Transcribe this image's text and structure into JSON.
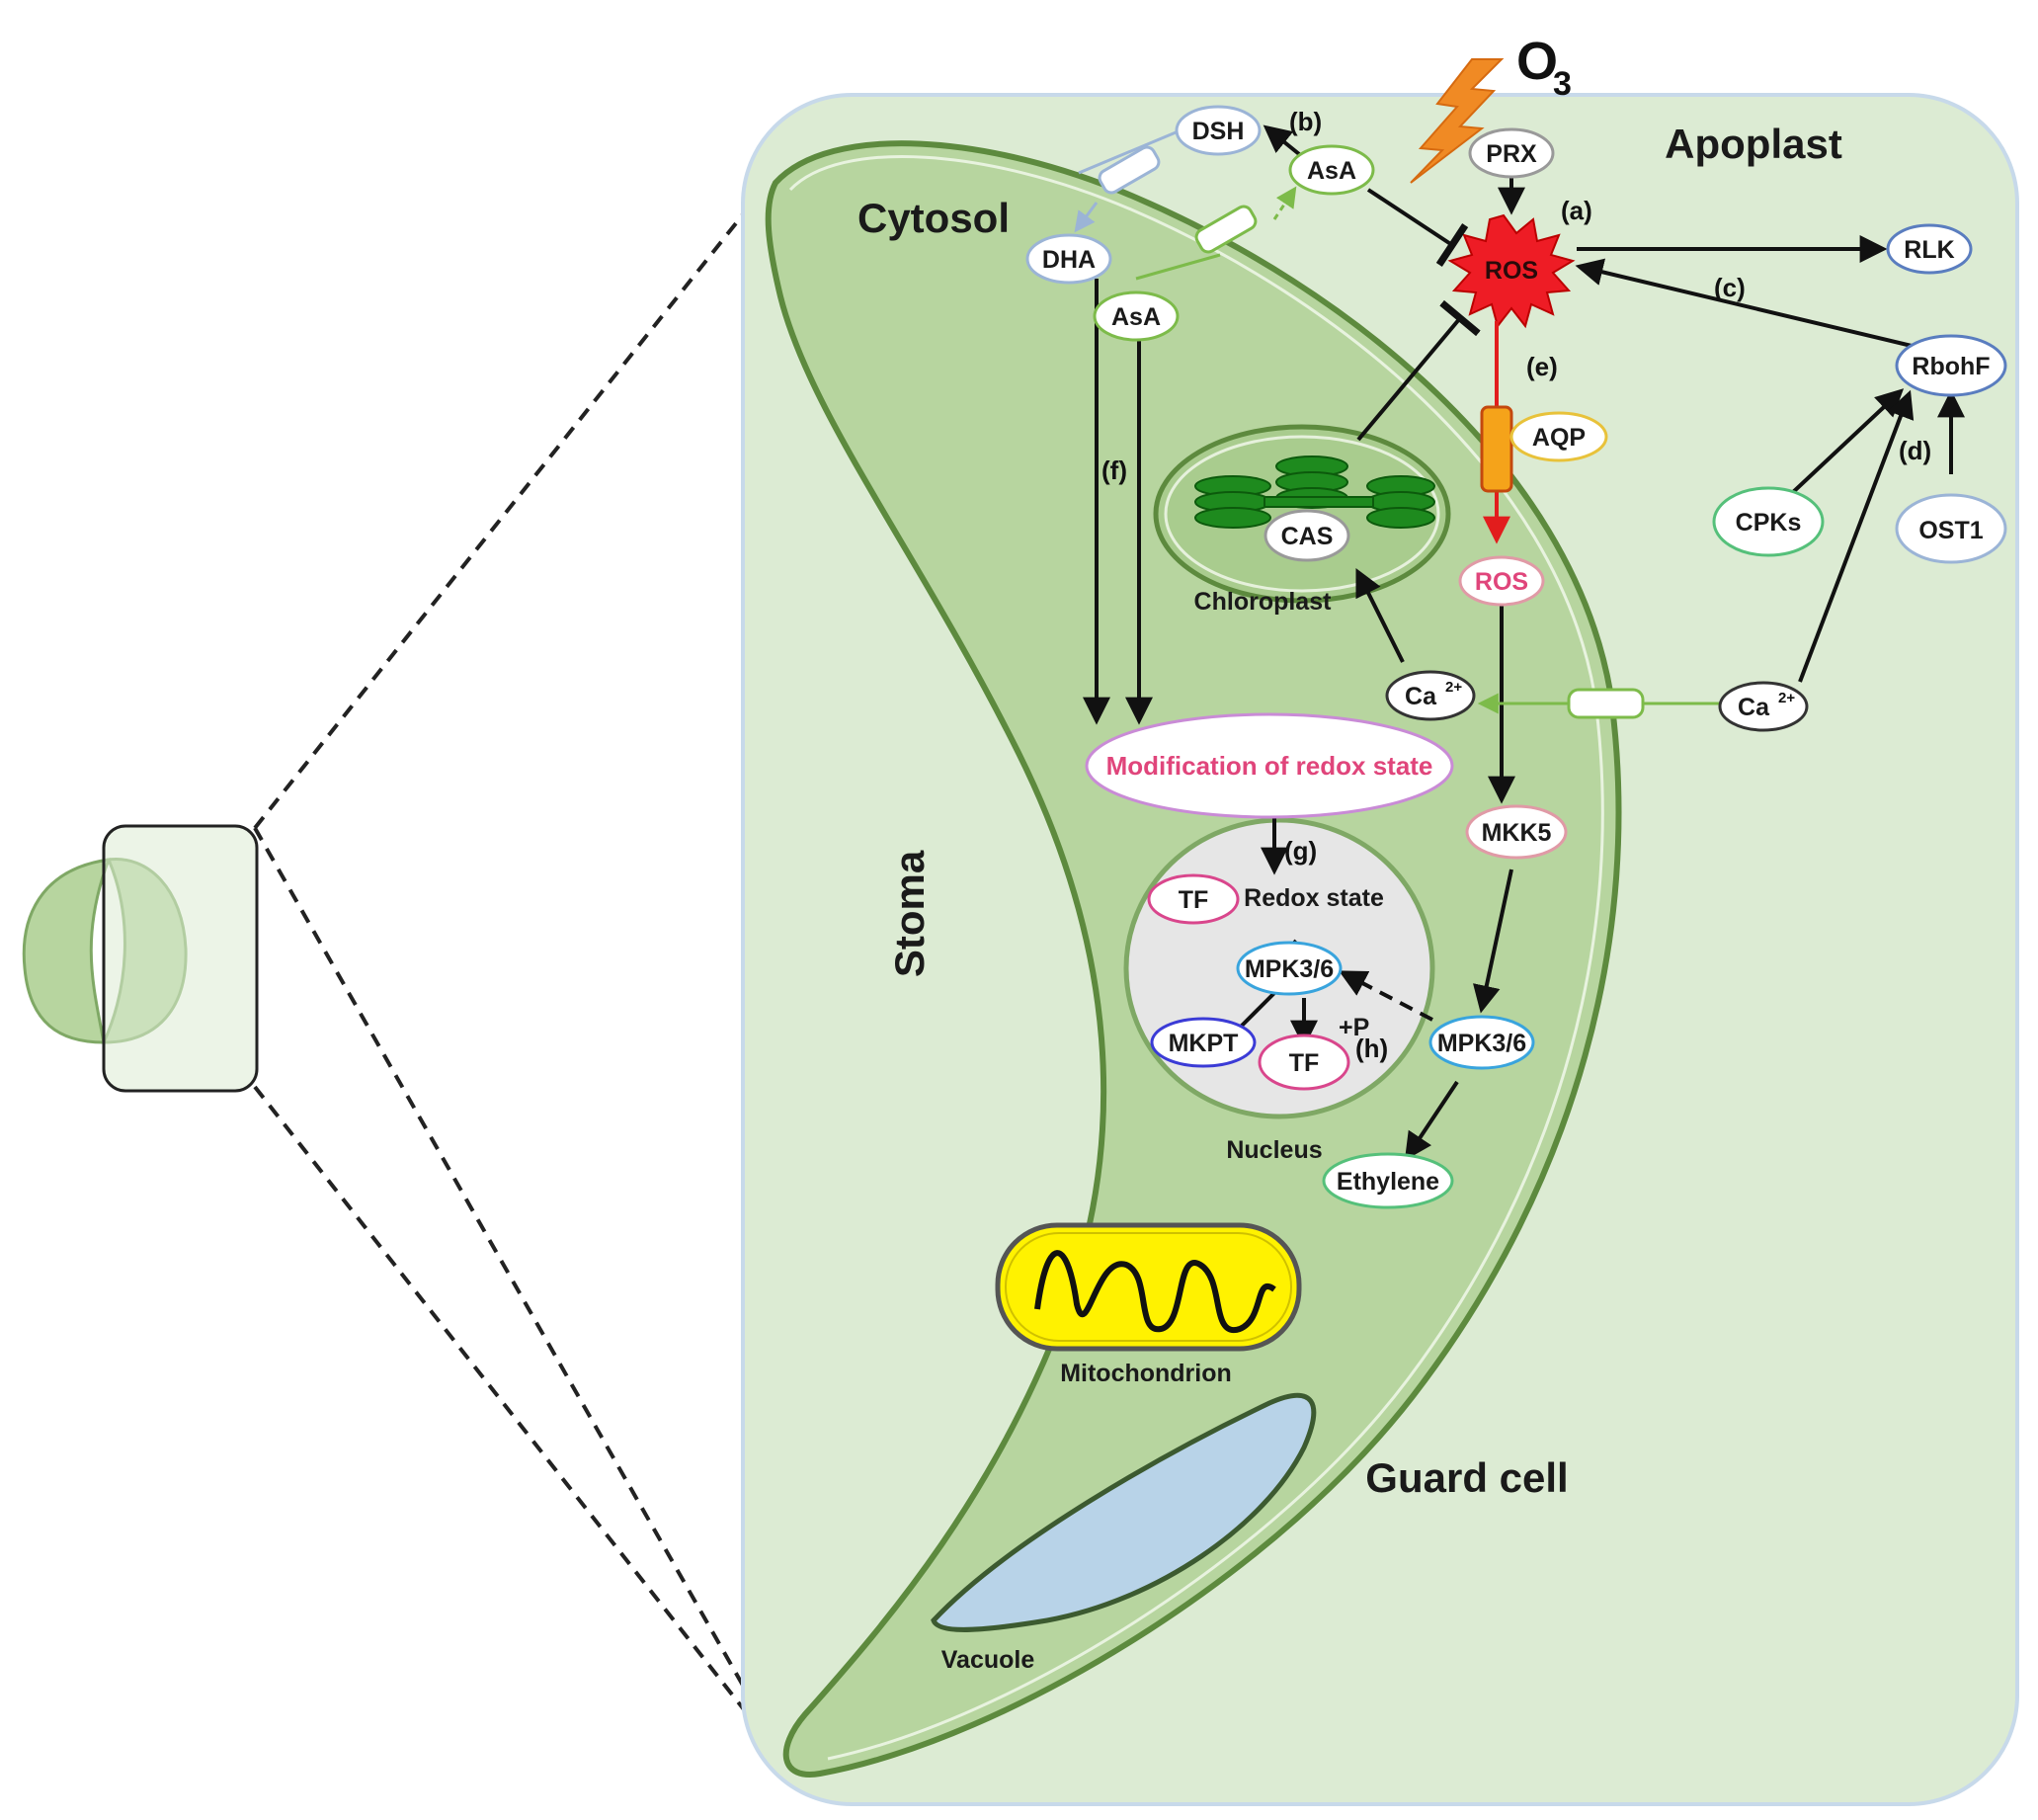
{
  "regions": {
    "apoplast": "Apoplast",
    "cytosol": "Cytosol",
    "stoma": "Stoma",
    "guard_cell": "Guard cell"
  },
  "organelles": {
    "chloroplast": "Chloroplast",
    "nucleus": "Nucleus",
    "mitochondrion": "Mitochondrion",
    "vacuole": "Vacuole"
  },
  "stimulus": {
    "o3_main": "O",
    "o3_sub": "3"
  },
  "nodes": {
    "dsh": "DSH",
    "asa_top": "AsA",
    "prx": "PRX",
    "ros_apo": "ROS",
    "rlk": "RLK",
    "dha": "DHA",
    "asa_cyt": "AsA",
    "rbohf": "RbohF",
    "aqp": "AQP",
    "cpks": "CPKs",
    "ost1": "OST1",
    "cas": "CAS",
    "ros_cyt": "ROS",
    "ca_cyt": "Ca",
    "ca_apo": "Ca",
    "ca_sup": "2+",
    "redox_mod": "Modification of redox state",
    "mkk5": "MKK5",
    "redox_state": "Redox state",
    "tf_top": "TF",
    "mpk36_nuc": "MPK3/6",
    "mkpt": "MKPT",
    "tf_bottom": "TF",
    "plus_p": "+P",
    "mpk36_cyt": "MPK3/6",
    "ethylene": "Ethylene"
  },
  "steps": [
    "(a)",
    "(b)",
    "(c)",
    "(d)",
    "(e)",
    "(f)",
    "(g)",
    "(h)"
  ],
  "colors": {
    "apoplast_bg": "#dcebd3",
    "cell_fill": "#b7d59f",
    "cell_stroke": "#5d8a3e",
    "ros_burst": "#ee1c25",
    "ros_text_pink": "#e0457b",
    "mito_fill": "#fff200",
    "vacuole_fill": "#b8d3e8",
    "thylakoid": "#1e8a1e",
    "lightning": "#f08a24"
  }
}
